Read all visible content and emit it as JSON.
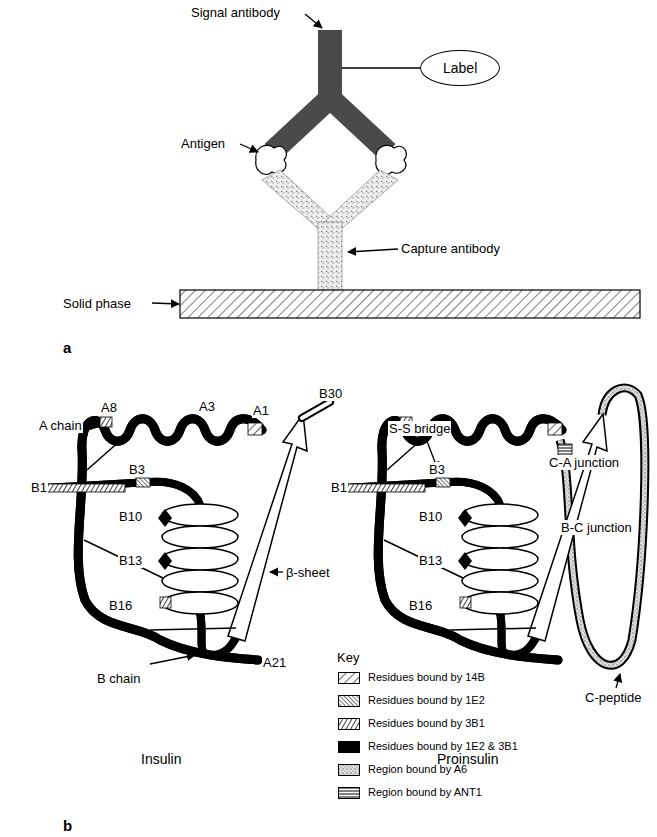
{
  "diagram": {
    "nodes": [
      {
        "text": [
          "Label"
        ]
      }
    ],
    "labels": [
      "Signal antibody",
      "Antigen",
      "Capture antibody",
      "Solid phase",
      "a",
      "A chain",
      "A8",
      "A3",
      "A1",
      "B30",
      "B1",
      "B3",
      "B10",
      "B13",
      "B16",
      "β-sheet",
      "B chain",
      "A21",
      "Insulin",
      "S-S bridge",
      "C-A junction",
      "B-C junction",
      "B1",
      "B3",
      "B10",
      "B13",
      "B16",
      "C-peptide",
      "Proinsulin",
      "Key",
      "b"
    ],
    "legend": [
      {
        "text": "Residues bound by 14B"
      },
      {
        "text": "Residues bound by 1E2"
      },
      {
        "text": "Residues bound by 3B1"
      },
      {
        "text": "Residues bound by 1E2 & 3B1",
        "color": "#000000"
      },
      {
        "text": "Region bound by A6"
      },
      {
        "text": "Region bound by ANT1"
      }
    ]
  }
}
